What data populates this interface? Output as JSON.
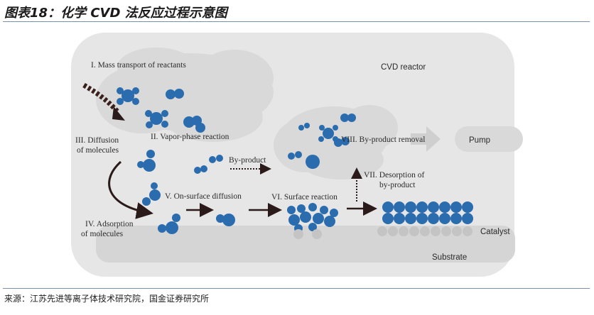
{
  "header": {
    "title": "图表18：化学 CVD 法反应过程示意图"
  },
  "diagram": {
    "reactor_label": "CVD reactor",
    "steps": {
      "mass_transport": "I. Mass transport of reactants",
      "vapor_phase": "II. Vapor-phase reaction",
      "diffusion_line1": "III. Diffusion",
      "diffusion_line2": "of molecules",
      "adsorption_line1": "IV. Adsorption",
      "adsorption_line2": "of molecules",
      "on_surface": "V. On-surface diffusion",
      "surface_reaction": "VI. Surface reaction",
      "desorption_line1": "VII. Desorption of",
      "desorption_line2": "by-product",
      "byproduct_removal": "VIII. By-product removal"
    },
    "byproduct_label": "By-product",
    "pump_label": "Pump",
    "catalyst_label": "Catalyst",
    "substrate_label": "Substrate",
    "colors": {
      "molecule": "#2a6cad",
      "catalyst": "#c8c8c8",
      "reactor": "#e7e7e7",
      "cloud": "#d8d8d8"
    }
  },
  "footer": {
    "source": "来源：江苏先进等离子体技术研究院，国金证券研究所"
  }
}
